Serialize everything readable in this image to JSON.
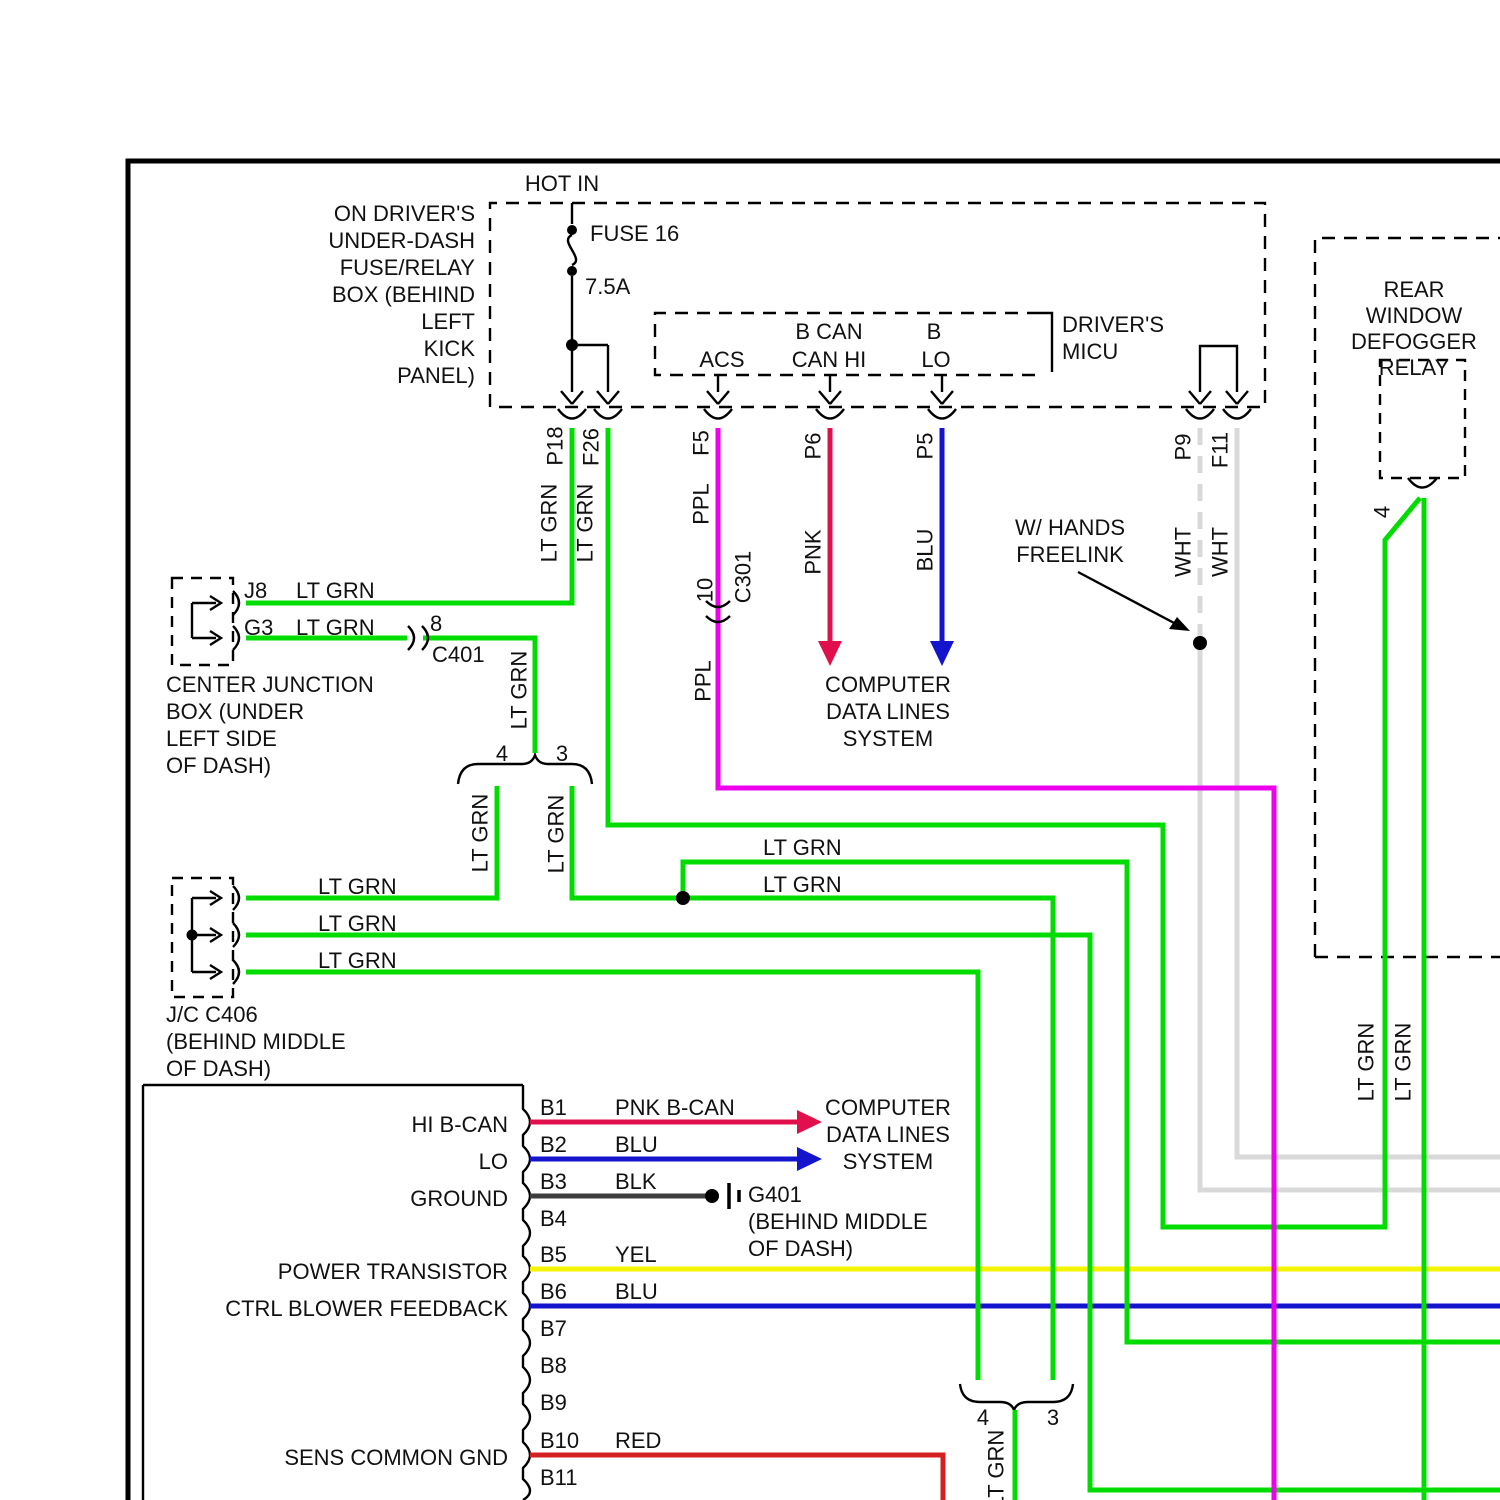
{
  "colors": {
    "lt_grn": "#00DC00",
    "ppl": "#EE00EE",
    "pnk": "#E0104C",
    "blu": "#1414CC",
    "wht": "#D9D9D9",
    "blk": "#3D3D3D",
    "yel": "#F4F400",
    "red": "#D42020"
  },
  "labels": {
    "hot_in": "HOT IN",
    "fuse_location": "ON DRIVER'S\nUNDER-DASH\nFUSE/RELAY\nBOX (BEHIND\nLEFT\nKICK\nPANEL)",
    "fuse_name": "FUSE 16",
    "fuse_rating": "7.5A",
    "micu_name": "DRIVER'S\nMICU",
    "micu_pin_acs": "ACS",
    "micu_pin_bcan": "B CAN",
    "micu_pin_canhi": "CAN HI",
    "micu_pin_b": "B",
    "micu_pin_lo": "LO",
    "hands_freelink": "W/ HANDS\nFREELINK",
    "defogger_relay": "REAR WINDOW\nDEFOGGER\nRELAY",
    "computer_data_lines": "COMPUTER\nDATA LINES\nSYSTEM",
    "center_junction_box": "CENTER JUNCTION\nBOX (UNDER\nLEFT SIDE\nOF DASH)",
    "jc_c406": "J/C C406\n(BEHIND MIDDLE\nOF DASH)",
    "g401": "G401\n(BEHIND MIDDLE\nOF DASH)"
  },
  "pins": {
    "p18": "P18",
    "f26": "F26",
    "f5": "F5",
    "p6": "P6",
    "p5": "P5",
    "p9": "P9",
    "f11": "F11",
    "j8": "J8",
    "g3": "G3",
    "relay_pin": "4"
  },
  "connectors": {
    "c301": "C301",
    "c301_pin": "10",
    "c401": "C401",
    "c401_pin": "8"
  },
  "wire_names": {
    "lt_grn": "LT GRN",
    "ppl": "PPL",
    "pnk": "PNK",
    "blu": "BLU",
    "wht": "WHT",
    "blk": "BLK",
    "yel": "YEL",
    "red": "RED",
    "pnk_bcan": "PNK B-CAN"
  },
  "splice": {
    "upper_left": "4",
    "upper_right": "3",
    "lower_left": "4",
    "lower_right": "3"
  },
  "hvac": {
    "pins": [
      "B1",
      "B2",
      "B3",
      "B4",
      "B5",
      "B6",
      "B7",
      "B8",
      "B9",
      "B10",
      "B11"
    ],
    "functions": {
      "b1": "HI B-CAN",
      "b2": "LO",
      "b3": "GROUND",
      "b5": "POWER TRANSISTOR",
      "b6": "CTRL BLOWER FEEDBACK",
      "b10": "SENS COMMON GND"
    }
  }
}
